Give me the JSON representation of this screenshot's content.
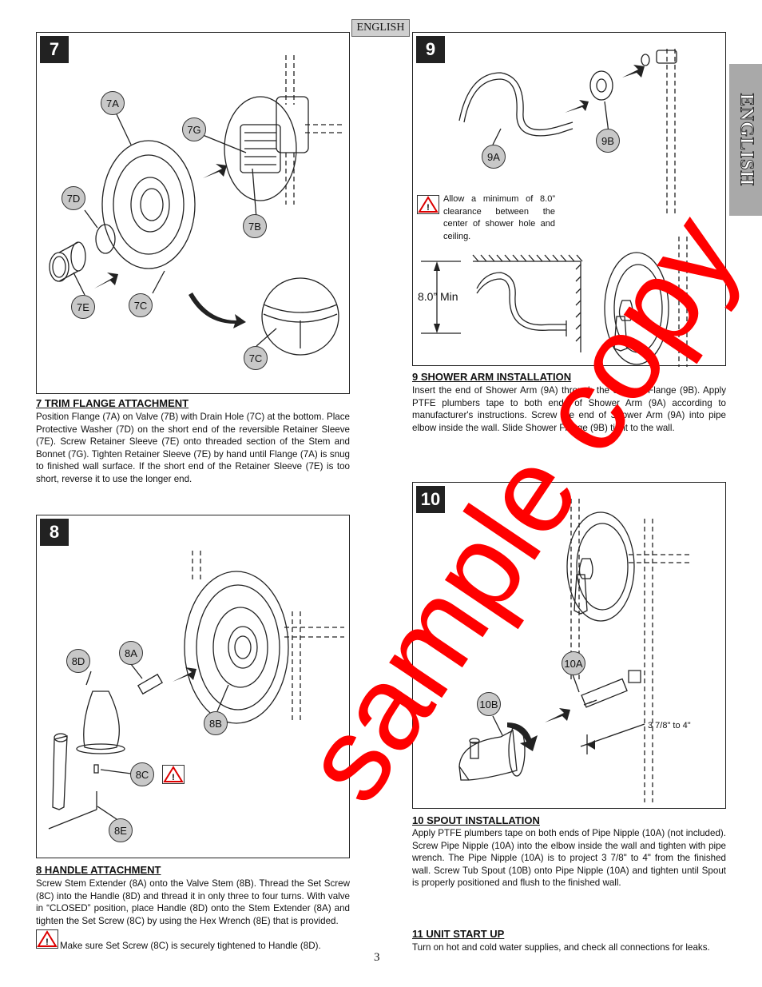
{
  "header": {
    "language_tab": "ENGLISH",
    "side_tab": "ENGLISH"
  },
  "step7": {
    "number": "7",
    "callouts": {
      "a": "7A",
      "g": "7G",
      "d": "7D",
      "b": "7B",
      "e": "7E",
      "c1": "7C",
      "c2": "7C"
    },
    "heading": "7  TRIM FLANGE ATTACHMENT",
    "text": "Position Flange (7A) on Valve (7B) with Drain Hole (7C) at the bottom.  Place Protective Washer (7D) on the short end of the reversible Retainer Sleeve (7E).  Screw Retainer Sleeve (7E) onto threaded section of the Stem and Bonnet (7G).  Tighten Retainer Sleeve (7E) by hand until Flange (7A) is snug to finished wall surface.  If the short end of the Retainer Sleeve (7E) is too short, reverse it to use the longer end."
  },
  "step8": {
    "number": "8",
    "callouts": {
      "d": "8D",
      "a": "8A",
      "b": "8B",
      "c": "8C",
      "e": "8E"
    },
    "heading": "8  HANDLE ATTACHMENT",
    "text": "Screw Stem Extender (8A) onto the Valve Stem (8B).  Thread the Set Screw (8C) into the Handle (8D) and thread it in only three to four turns.  With valve in “CLOSED” position, place Handle (8D) onto the Stem Extender (8A) and tighten the Set Screw (8C) by using the Hex Wrench (8E) that is provided.",
    "warning": "Make sure Set Screw (8C) is securely tightened to Handle (8D)."
  },
  "step9": {
    "number": "9",
    "callouts": {
      "a": "9A",
      "b": "9B"
    },
    "note": "Allow a minimum of 8.0” clearance between the center of shower hole and ceiling.",
    "dimension": "8.0” Min",
    "heading": "9  SHOWER ARM INSTALLATION",
    "text": "Insert the end of Shower Arm (9A) through the Shower Flange (9B).  Apply PTFE plumbers tape to both ends  of Shower Arm (9A) according to manufacturer's instructions.  Screw the end of Shower Arm (9A) into pipe elbow inside the wall.  Slide Shower Flange (9B) tight to the wall."
  },
  "step10": {
    "number": "10",
    "callouts": {
      "a": "10A",
      "b": "10B"
    },
    "dimension": "3 7/8\" to 4\"",
    "heading": "10  SPOUT INSTALLATION",
    "text": "Apply PTFE plumbers tape on both ends of Pipe Nipple (10A) (not included). Screw Pipe Nipple (10A) into the elbow inside the wall and tighten with pipe wrench.  The Pipe Nipple (10A) is to project 3 7/8\" to 4\" from the finished wall.  Screw Tub Spout (10B) onto Pipe Nipple (10A) and tighten until Spout is properly positioned and flush to the finished wall."
  },
  "step11": {
    "heading": "11  UNIT START UP",
    "text": "Turn on hot and cold water supplies, and check all connections for leaks."
  },
  "footer": {
    "page_number": "3"
  },
  "watermark": "sample copy"
}
